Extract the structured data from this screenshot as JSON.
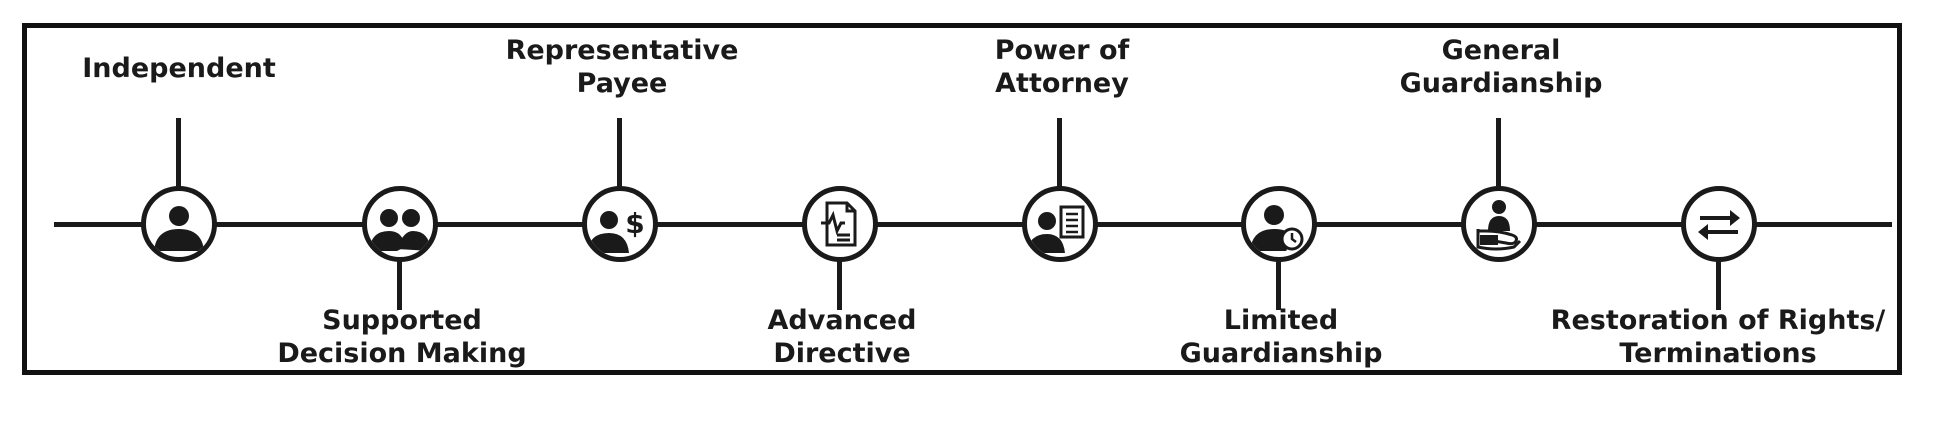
{
  "colors": {
    "ink": "#1a1a1a",
    "background": "#ffffff"
  },
  "steps": [
    {
      "lines": [
        "Independent"
      ],
      "icon": "person-icon"
    },
    {
      "lines": [
        "Supported",
        "Decision Making"
      ],
      "icon": "two-people-icon"
    },
    {
      "lines": [
        "Representative",
        "Payee"
      ],
      "icon": "person-dollar-icon"
    },
    {
      "lines": [
        "Advanced",
        "Directive"
      ],
      "icon": "medical-document-icon"
    },
    {
      "lines": [
        "Power of",
        "Attorney"
      ],
      "icon": "person-document-icon"
    },
    {
      "lines": [
        "Limited",
        "Guardianship"
      ],
      "icon": "person-clock-icon"
    },
    {
      "lines": [
        "General",
        "Guardianship"
      ],
      "icon": "hand-holding-person-icon"
    },
    {
      "lines": [
        "Restoration of Rights/",
        "Terminations"
      ],
      "icon": "swap-arrows-icon"
    }
  ]
}
